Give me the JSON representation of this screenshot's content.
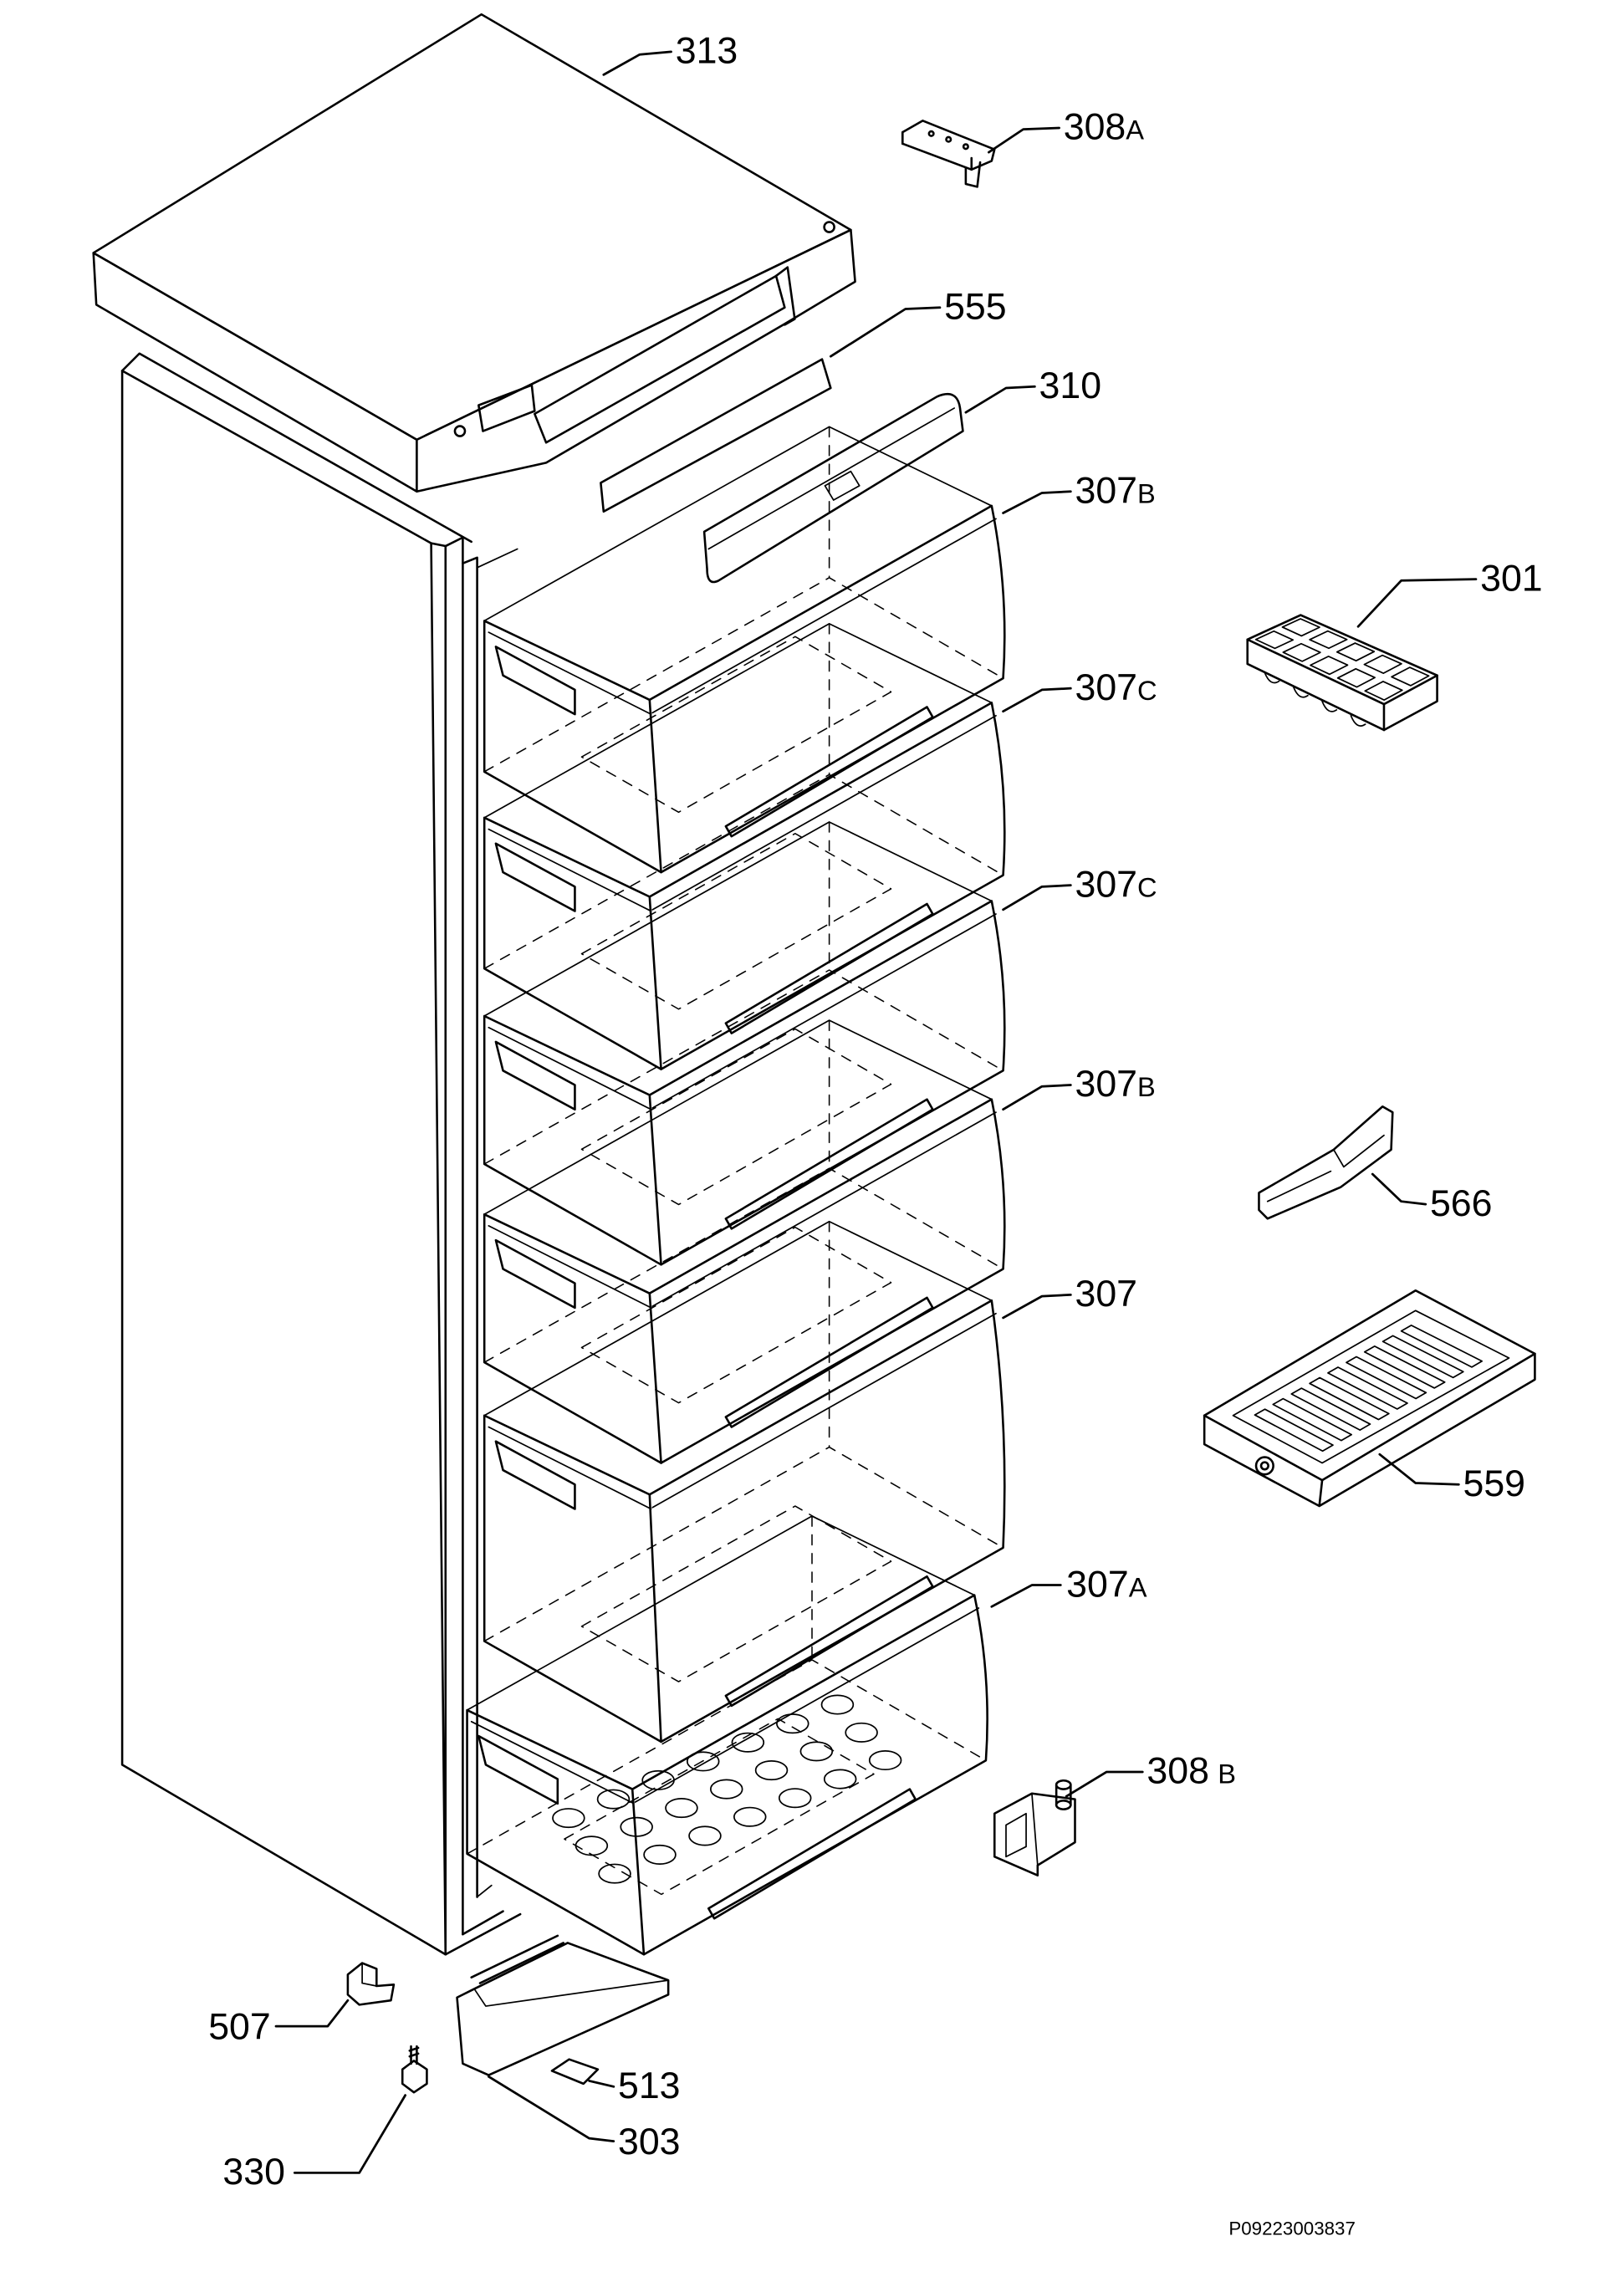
{
  "diagram": {
    "labels": [
      {
        "number": "313"
      },
      {
        "number": "308",
        "suffix": "A"
      },
      {
        "number": "555"
      },
      {
        "number": "310"
      },
      {
        "number": "307",
        "suffix": "B"
      },
      {
        "number": "301"
      },
      {
        "number": "307",
        "suffix": "C"
      },
      {
        "number": "307",
        "suffix": "C"
      },
      {
        "number": "307",
        "suffix": "B"
      },
      {
        "number": "566"
      },
      {
        "number": "307"
      },
      {
        "number": "559"
      },
      {
        "number": "307",
        "suffix": "A"
      },
      {
        "number": "308",
        "suffix": "B"
      },
      {
        "number": "507"
      },
      {
        "number": "513"
      },
      {
        "number": "303"
      },
      {
        "number": "330"
      }
    ],
    "drawing_code": "P09223003837",
    "line_color": "#000000",
    "background_color": "#ffffff"
  }
}
